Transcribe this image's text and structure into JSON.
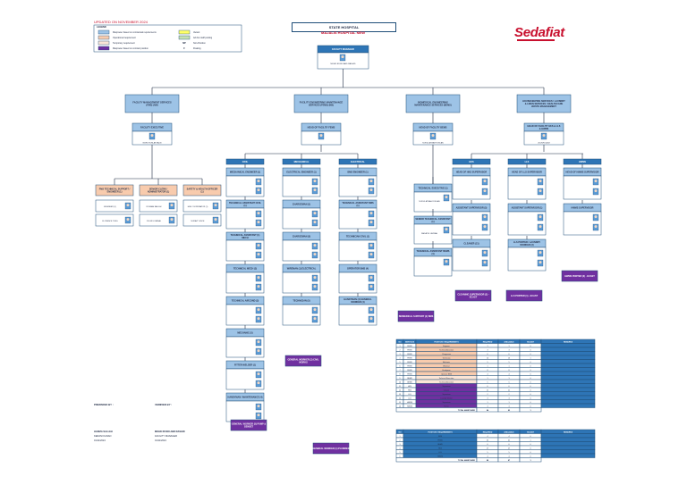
{
  "header": {
    "updated": "UPDATED ON NOVEMBER 2024",
    "title": "STATE HOSPITAL",
    "subtitle": "MAJALIS HOSPITAL NEW",
    "logo_text": "Sedafiat"
  },
  "legend": {
    "title": "LEGEND",
    "items": [
      {
        "label": "Manpower based on contractual requirements",
        "color": "#9dc3e6"
      },
      {
        "label": "Operational requirement",
        "color": "#f8cbad"
      },
      {
        "label": "Temporary requirement",
        "color": "#fbe5d6"
      },
      {
        "label": "Manpower based on contract position",
        "color": "#7030a0"
      },
      {
        "label": "Vacant",
        "color": "#ffff66"
      },
      {
        "label": "Ad-hoc staff pooling",
        "color": "#c6e0b4"
      },
      {
        "label": "Non-Position",
        "mark": "NP"
      },
      {
        "label": "Floating",
        "mark": "F"
      }
    ]
  },
  "top": {
    "title": "FACILITY MANAGER",
    "name": "MOHD RUSDI ABD RASHID"
  },
  "divisions": [
    {
      "title": "FACILITY MANAGEMENT SERVICES (FMS) (AM)",
      "head": "FACILITY EXECUTIVE",
      "head_name": "MOHD ROSLAN TALIB"
    },
    {
      "title": "FACILITY ENGINEERING MAINTENANCE SERVICES (FEMS) (MS)",
      "head": "HEAD OF FACILITY FEMS",
      "head_name": ""
    },
    {
      "title": "BIOMEDICAL ENGINEERING MAINTENANCE SERVICES (BEMS)",
      "head": "HEAD OF FACILITY BEMS",
      "head_name": "NORUL ATIKAH ROSLAN"
    },
    {
      "title": "HOUSEKEEPING SERVICES / LAUNDRY & LINEN SERVICES / HEALTHCARE WASTE MANAGEMENT",
      "head": "HEAD OF FACILITY HKS & LLS & HWMS",
      "head_name": "ZULKIFLI AZIZ"
    }
  ],
  "fms_units": [
    {
      "title": "FMS TECHNICAL SUPPORT / ENGINEER (1)",
      "names": [
        "ENGINEER (1)",
        "FLORENCE TONG"
      ]
    },
    {
      "title": "SENIOR CLERK / ADMINISTRATOR (1)",
      "names": [
        "ROSNAH SALLEH",
        "ZOLKIFLI ZAINAL"
      ]
    },
    {
      "title": "SAFETY & HEALTH OFFICER (1)",
      "names": [
        "HSE COORDINATOR (1)",
        "NORAZI YUSOF"
      ]
    }
  ],
  "fems_groups": [
    {
      "title": "CIVIL",
      "units": [
        "MECHANICAL ENGINEER (1)",
        "TECHNICAL ASSISTANT CIVIL (1)",
        "TECHNICAL ASSISTANT (1) MECH",
        "TECHNICAL MECH (3)",
        "TECHNICAL AIRCOND (3)",
        "MECHANIC (5)",
        "FITTER WELDER (1)",
        "HANDYMAN / MAINTENANCE (4)"
      ]
    },
    {
      "title": "MECHANICAL",
      "units": [
        "ELECTRICAL ENGINEER (1)",
        "CHARGEMAN (1)",
        "CHARGEMAN (5)",
        "WIREMAN (1) ELECTRICAL",
        "TECHNICIAN (5)"
      ]
    },
    {
      "title": "ELECTRICAL",
      "units": [
        "BMS ENGINEER (1)",
        "TECHNICAL ASSISTANT BMS (1)",
        "TECHNICIAN CIVIL (1)",
        "OPERATOR BMS (4)",
        "HANDYMAN (4) GENERAL WORKER (4)"
      ]
    }
  ],
  "bems_units": [
    {
      "title": "TECHNICAL EXECUTIVE (1)",
      "name": "NORUL ATIKAH ROSLAN"
    },
    {
      "title": "SENIOR TECHNICAL ASSISTANT (1)",
      "name": "ZAIDATUL LATIFAH"
    },
    {
      "title": "TECHNICAL ASSISTANT BEMS (4)",
      "name": ""
    }
  ],
  "hks_groups": [
    {
      "title": "HKS",
      "units": [
        "HEAD OF HKS SUPERVISOR",
        "ASSISTANT SUPERVISOR (5)",
        "CLEANER (21)"
      ]
    },
    {
      "title": "LLS",
      "units": [
        "HEAD OF LLS SUPERVISOR",
        "ASSISTANT SUPERVISOR (1)",
        "LLS PORTER / LAUNDRY WORKER (3)"
      ]
    },
    {
      "title": "HWMS",
      "units": [
        "HEAD OF HWMS SUPERVISOR",
        "HWMS SUPERVISOR"
      ]
    }
  ],
  "purple_boxes": [
    "GENERAL WORKER (2) CIVIL WORKS",
    "GENERAL WORKER (5) PUMP & GENSET",
    "GENERAL WORKER (1) PLUMBER",
    "BIOMEDICAL SUPPORT (2) BMS",
    "CLEANING SUPERVISOR (2) - ECAST",
    "LLS PORTER (1) - ECAST",
    "HWMS PORTER (3) - ECAST"
  ],
  "signatures": {
    "prepared_label": "PREPARED BY :",
    "verified_label": "VERIFIED BY :",
    "prepared_name": "HANIZA SALLEH",
    "prepared_role": "KERANI KANAN",
    "prepared_date": "01/11/2024",
    "verified_name": "MOHD RUSDI ABD RASHID",
    "verified_role": "FACILITY MANAGER",
    "verified_date": "01/11/2024"
  },
  "table1": {
    "headers": [
      "NO",
      "SERVICES",
      "POSITION / REQUIREMENTS",
      "REQUIRED",
      "AVAILABLE",
      "VACANT",
      "REMARKS"
    ],
    "rows": [
      [
        "1",
        "FEMS",
        "Engineer",
        "1",
        "1",
        "0",
        ""
      ],
      [
        "2",
        "FEMS",
        "Technical Assistant",
        "3",
        "3",
        "0",
        ""
      ],
      [
        "3",
        "FEMS",
        "Chargeman",
        "6",
        "6",
        "0",
        ""
      ],
      [
        "4",
        "FEMS",
        "Technician",
        "14",
        "13",
        "1",
        ""
      ],
      [
        "5",
        "FEMS",
        "Mechanic",
        "5",
        "5",
        "0",
        ""
      ],
      [
        "6",
        "FEMS",
        "Wireman",
        "1",
        "1",
        "0",
        ""
      ],
      [
        "7",
        "FEMS",
        "Handyman",
        "8",
        "8",
        "0",
        ""
      ],
      [
        "8",
        "FEMS",
        "Operator BMS",
        "4",
        "4",
        "0",
        ""
      ],
      [
        "9",
        "BEMS",
        "Technical Executive",
        "1",
        "1",
        "0",
        ""
      ],
      [
        "10",
        "BEMS",
        "Technical Assistant",
        "5",
        "5",
        "0",
        ""
      ],
      [
        "11",
        "HKS",
        "Supervisor",
        "6",
        "6",
        "0",
        ""
      ],
      [
        "12",
        "HKS",
        "Cleaner",
        "21",
        "21",
        "0",
        ""
      ],
      [
        "13",
        "LLS",
        "Supervisor",
        "2",
        "2",
        "0",
        ""
      ],
      [
        "14",
        "LLS",
        "Laundry Worker",
        "3",
        "3",
        "0",
        ""
      ],
      [
        "15",
        "HWMS",
        "Supervisor",
        "1",
        "1",
        "0",
        ""
      ],
      [
        "16",
        "HWMS",
        "Porter",
        "3",
        "3",
        "0",
        ""
      ]
    ],
    "total_label": "TOTAL MANPOWER",
    "total": [
      "84",
      "83",
      "1"
    ]
  },
  "table2": {
    "headers": [
      "NO",
      "POSITION / REQUIREMENTS",
      "REQUIRED",
      "AVAILABLE",
      "VACANT",
      "REMARKS"
    ],
    "rows": [
      [
        "1",
        "FMS",
        "4",
        "4",
        "0",
        ""
      ],
      [
        "2",
        "FEMS",
        "42",
        "41",
        "1",
        ""
      ],
      [
        "3",
        "BEMS",
        "6",
        "6",
        "0",
        ""
      ],
      [
        "4",
        "HKS",
        "27",
        "27",
        "0",
        ""
      ],
      [
        "5",
        "LLS",
        "5",
        "5",
        "0",
        ""
      ],
      [
        "6",
        "HWMS",
        "4",
        "4",
        "0",
        ""
      ]
    ],
    "total_label": "TOTAL MANPOWER",
    "total": [
      "88",
      "87",
      "1"
    ]
  },
  "colors": {
    "blue": "#9dc3e6",
    "dark_blue": "#2e75b6",
    "purple": "#7030a0",
    "peach": "#f8cbad",
    "line": "#1f2a44"
  }
}
